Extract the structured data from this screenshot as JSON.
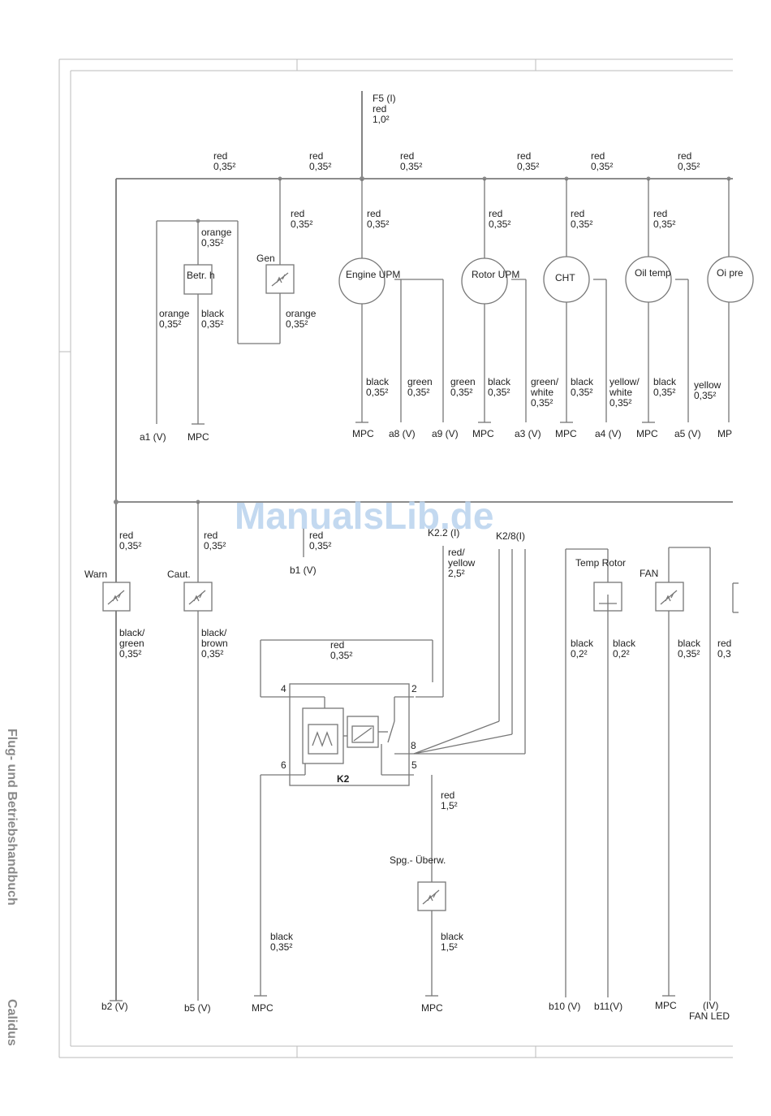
{
  "watermark": "ManualsLib.de",
  "side_text": {
    "book": "Flug- und Betriebshandbuch",
    "model": "Calidus"
  },
  "fuse": [
    "F5 (I)",
    "red",
    "1,0²"
  ],
  "top_bus": [
    [
      "red",
      "0,35²"
    ],
    [
      "red",
      "0,35²"
    ],
    [
      "red",
      "0,35²"
    ],
    [
      "red",
      "0,35²"
    ],
    [
      "red",
      "0,35²"
    ],
    [
      "red",
      "0,35²"
    ]
  ],
  "drops": {
    "gen": [
      "red",
      "0,35²"
    ],
    "engine": [
      "red",
      "0,35²"
    ],
    "rotor": [
      "red",
      "0,35²"
    ],
    "cht": [
      "red",
      "0,35²"
    ],
    "oiltemp": [
      "red",
      "0,35²"
    ]
  },
  "components": {
    "betr": "Betr. h",
    "gen": "Gen",
    "engine": "Engine UPM",
    "rotor": "Rotor UPM",
    "cht": "CHT",
    "oiltemp": "Oil temp",
    "oilpress": "Oi pre",
    "warn": "Warn",
    "caut": "Caut.",
    "temp_rotor": "Temp Rotor",
    "fan": "FAN",
    "relay": "K2",
    "spg": "Spg.- Überw."
  },
  "betr_wires": {
    "top": [
      "orange",
      "0,35²"
    ],
    "left": [
      "orange",
      "0,35²"
    ],
    "right": [
      "black",
      "0,35²"
    ],
    "gen_out": [
      "orange",
      "0,35²"
    ]
  },
  "gauge_wires": {
    "engine_black": [
      "black",
      "0,35²"
    ],
    "engine_green": [
      "green",
      "0,35²"
    ],
    "rotor_green": [
      "green",
      "0,35²"
    ],
    "rotor_black": [
      "black",
      "0,35²"
    ],
    "cht_gw": [
      "green/",
      "white",
      "0,35²"
    ],
    "cht_black": [
      "black",
      "0,35²"
    ],
    "oil_yw": [
      "yellow/",
      "white",
      "0,35²"
    ],
    "oil_black": [
      "black",
      "0,35²"
    ],
    "oilp_yellow": [
      "yellow",
      "0,35²"
    ]
  },
  "top_terminals": {
    "a1": "a1 (V)",
    "mpc1": "MPC",
    "mpc2": "MPC",
    "a8": "a8 (V)",
    "a9": "a9 (V)",
    "mpc3": "MPC",
    "a3": "a3 (V)",
    "mpc4": "MPC",
    "a4": "a4 (V)",
    "mpc5": "MPC",
    "a5": "a5 (V)",
    "mpc6": "MP"
  },
  "lower_wires": {
    "warn_red": [
      "red",
      "0,35²"
    ],
    "caut_red": [
      "red",
      "0,35²"
    ],
    "b1_red": [
      "red",
      "0,35²"
    ],
    "k22": "K2.2 (I)",
    "k28": "K2/8(I)",
    "ry": [
      "red/",
      "yellow",
      "2,5²"
    ],
    "warn_bg": [
      "black/",
      "green",
      "0,35²"
    ],
    "caut_bb": [
      "black/",
      "brown",
      "0,35²"
    ],
    "loop_red": [
      "red",
      "0,35²"
    ],
    "tr_black1": [
      "black",
      "0,2²"
    ],
    "tr_black2": [
      "black",
      "0,2²"
    ],
    "fan_black": [
      "black",
      "0,35²"
    ],
    "fan_red": [
      "red",
      "0,3"
    ],
    "k5_red": [
      "red",
      "1,5²"
    ],
    "k6_black": [
      "black",
      "0,35²"
    ],
    "spg_black": [
      "black",
      "1,5²"
    ]
  },
  "b1": "b1 (V)",
  "relay_pins": {
    "p4": "4",
    "p2": "2",
    "p8": "8",
    "p6": "6",
    "p5": "5"
  },
  "bottom_terminals": {
    "b2": "b2 (V)",
    "b5": "b5 (V)",
    "mpc7": "MPC",
    "mpc8": "MPC",
    "b10": "b10 (V)",
    "b11": "b11(V)",
    "mpc9": "MPC",
    "iv": "(IV)",
    "fanled": "FAN LED"
  }
}
